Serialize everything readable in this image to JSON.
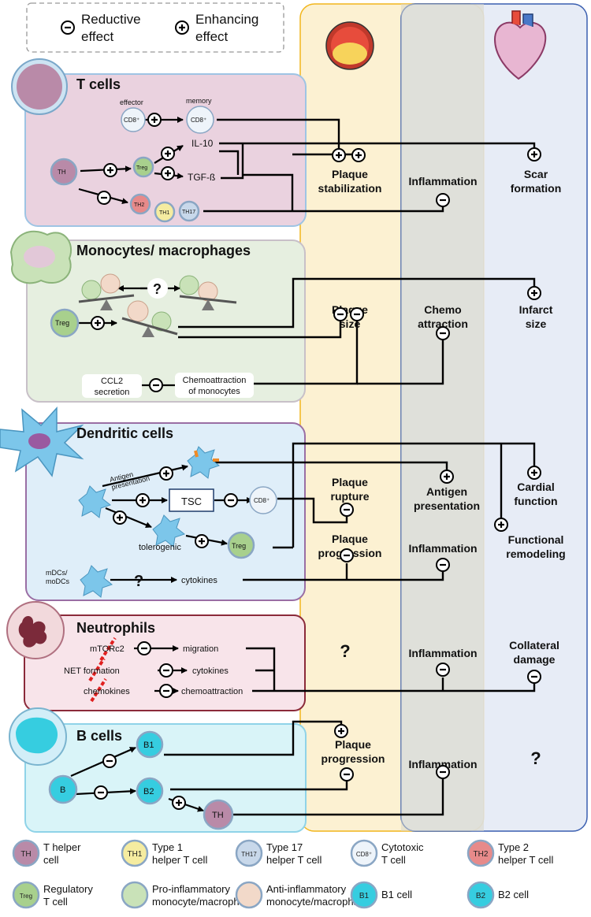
{
  "legend_top": {
    "reductive": "Reductive effect",
    "enhancing": "Enhancing effect"
  },
  "sections": {
    "tcells": {
      "title": "T cells",
      "effector": "effector",
      "memory": "memory",
      "cd8": "CD8⁺",
      "th": "TH",
      "treg": "Treg",
      "il10": "IL-10",
      "tgf": "TGF-ß",
      "th2": "TH2",
      "th1": "TH1",
      "th17": "TH17"
    },
    "mono": {
      "title": "Monocytes/ macrophages",
      "question": "?",
      "treg": "Treg",
      "ccl2": "CCL2 secretion",
      "chemo": "Chemoattraction of monocytes"
    },
    "dc": {
      "title": "Dendritic cells",
      "antigen": "Antigen presentation",
      "tsc": "TSC",
      "cd8": "CD8⁺",
      "tolerogenic": "tolerogenic",
      "treg": "Treg",
      "mdcs": "mDCs/ moDCs",
      "question": "?",
      "cytokines": "cytokines"
    },
    "neutro": {
      "title": "Neutrophils",
      "mtorc2": "mTORc2",
      "migration": "migration",
      "net": "NET formation",
      "cytokines": "cytokines",
      "chemokines": "chemokines",
      "chemoattraction": "chemoattraction"
    },
    "bcells": {
      "title": "B cells",
      "b": "B",
      "b1": "B1",
      "b2": "B2",
      "th": "TH"
    }
  },
  "outcomes": {
    "plaque_stab": "Plaque stabilization",
    "inflam_t": "Inflammation",
    "scar": "Scar formation",
    "plaque_size": "Plaque size",
    "chemo_attr": "Chemo attraction",
    "infarct": "Infarct size",
    "plaque_rupture": "Plaque rupture",
    "antigen_pres": "Antigen presentation",
    "cardial": "Cardial function",
    "plaque_prog_dc": "Plaque progression",
    "inflam_dc": "Inflammation",
    "func_remod": "Functional remodeling",
    "neutro_q": "?",
    "inflam_n": "Inflammation",
    "collateral": "Collateral damage",
    "plaque_prog_b": "Plaque progression",
    "inflam_b": "Inflammation",
    "b_q": "?"
  },
  "legend_bottom": [
    {
      "badge": "TH",
      "label": "T helper cell"
    },
    {
      "badge": "TH1",
      "label": "Type 1 helper T cell"
    },
    {
      "badge": "TH17",
      "label": "Type 17 helper T cell"
    },
    {
      "badge": "CD8⁺",
      "label": "Cytotoxic T cell"
    },
    {
      "badge": "TH2",
      "label": "Type 2 helper T cell"
    },
    {
      "badge": "Treg",
      "label": "Regulatory T cell"
    },
    {
      "badge": "",
      "label": "Pro-inflammatory monocyte/macrophage"
    },
    {
      "badge": "",
      "label": "Anti-inflammatory monocyte/macrophage"
    },
    {
      "badge": "B1",
      "label": "B1 cell"
    },
    {
      "badge": "B2",
      "label": "B2 cell"
    }
  ],
  "colors": {
    "tcell_bg": "#ead2df",
    "mono_bg": "#e6efe0",
    "dc_bg": "#dfeef9",
    "neutro_bg": "#f8e4ea",
    "bcell_bg": "#d9f4f8",
    "col_yellow": "#fcf1d2",
    "col_blue": "#e3e9f5"
  }
}
